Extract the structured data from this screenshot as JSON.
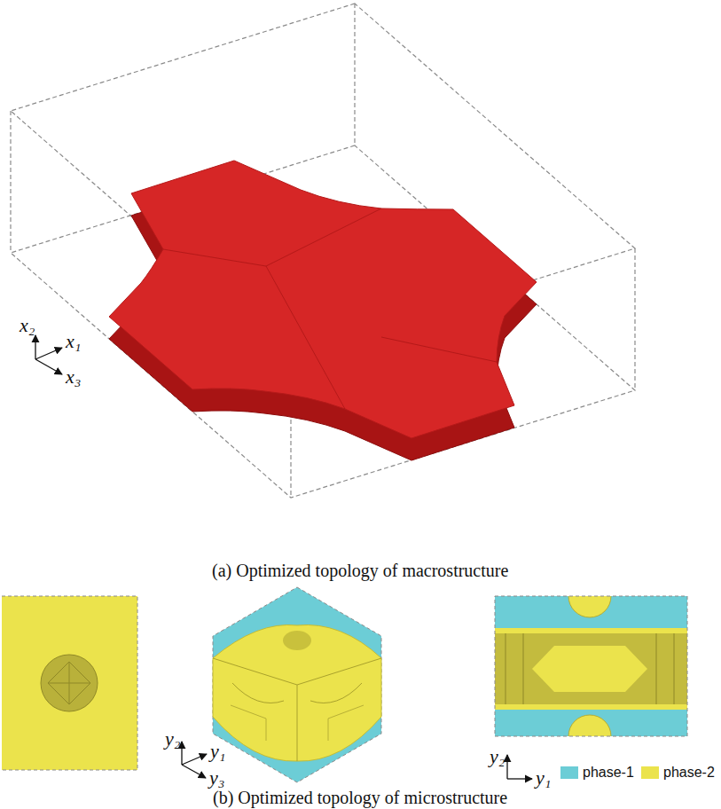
{
  "diagram": {
    "labels": [
      "x₂",
      "x₁",
      "x₃",
      "(a) Optimized topology of macrostructure",
      "y₂",
      "y₁",
      "y₃",
      "y₂",
      "y₁",
      "(b) Optimized topology of microstructure"
    ],
    "legend": [
      {
        "text": "phase-1",
        "color": "#6ccdd6"
      },
      {
        "text": "phase-2",
        "color": "#ebe34c"
      }
    ]
  }
}
